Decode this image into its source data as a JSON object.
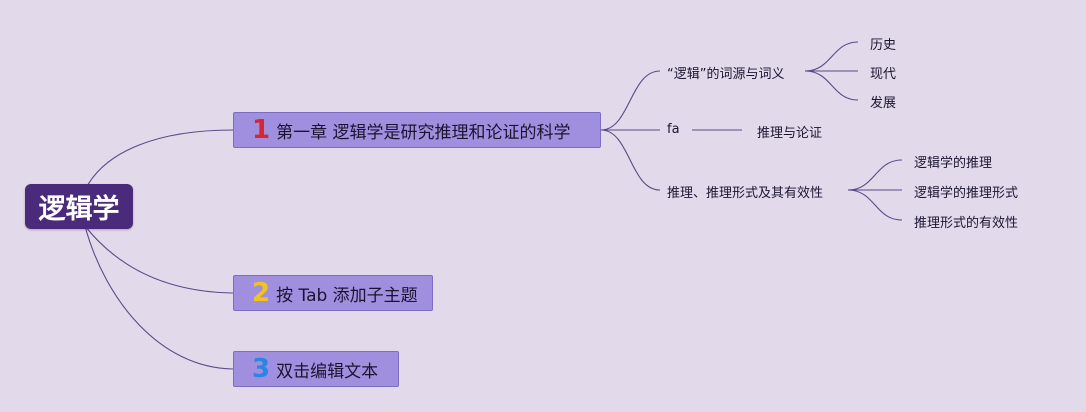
{
  "root": {
    "label": "逻辑学"
  },
  "topics": [
    {
      "num": "1",
      "num_color": "#d8262f",
      "label": "第一章 逻辑学是研究推理和论证的科学"
    },
    {
      "num": "2",
      "num_color": "#f2c21e",
      "label": "按 Tab 添加子主题"
    },
    {
      "num": "3",
      "num_color": "#2a86e0",
      "label": "双击编辑文本"
    }
  ],
  "subtopics": [
    {
      "label": "“逻辑”的词源与词义",
      "children": [
        "历史",
        "现代",
        "发展"
      ]
    },
    {
      "label": "fa",
      "children": [
        "推理与论证"
      ]
    },
    {
      "label": "推理、推理形式及其有效性",
      "children": [
        "逻辑学的推理",
        "逻辑学的推理形式",
        "推理形式的有效性"
      ]
    }
  ]
}
